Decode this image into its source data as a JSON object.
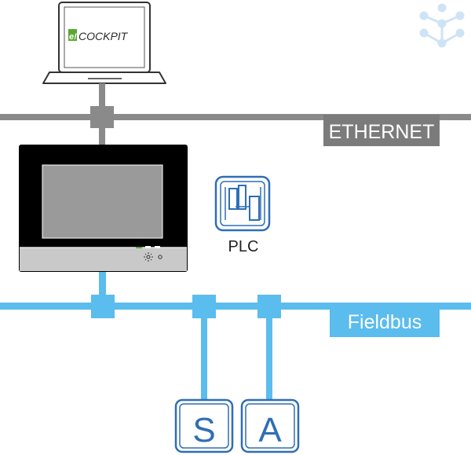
{
  "laptop": {
    "screen_text_prefix": "e!",
    "screen_text": "COCKPIT"
  },
  "ethernet": {
    "label": "ETHERNET"
  },
  "panel": {
    "plc_label": "PLC"
  },
  "fieldbus": {
    "label": "Fieldbus"
  },
  "devices": {
    "sensor_label": "S",
    "actuator_label": "A"
  },
  "colors": {
    "ethernet_gray": "#8a8a8a",
    "ethernet_label_bg": "#7b7b7b",
    "fieldbus_blue": "#5bbcee",
    "device_blue": "#2f6eb5",
    "brand_green": "#5aa832",
    "logo_blue": "#cfe3f7"
  },
  "icons": {
    "logo": "network-nodes-logo",
    "plc": "plc-module-icon",
    "brightness": "brightness-icon",
    "power": "power-indicator-icon"
  }
}
